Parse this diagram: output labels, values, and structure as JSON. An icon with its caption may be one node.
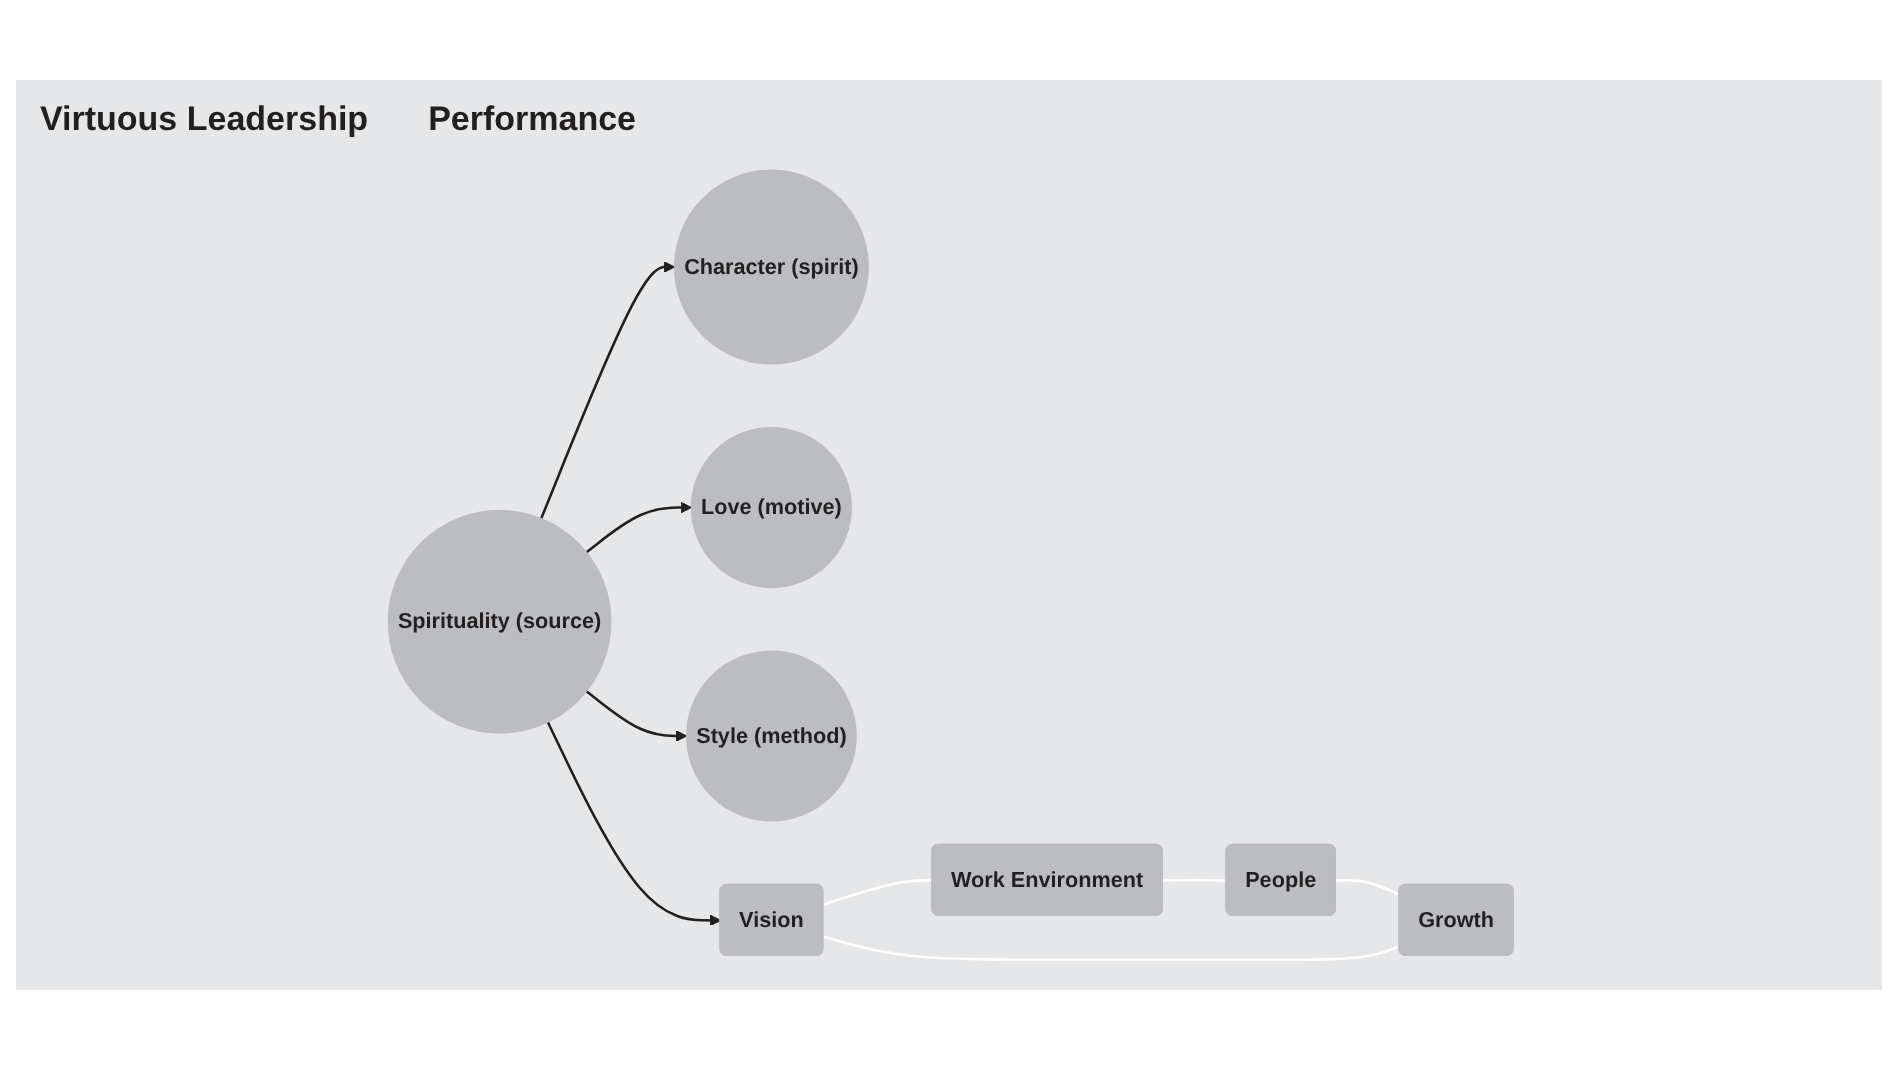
{
  "diagram": {
    "nodes": [
      {
        "text": [
          "Character (spirit)"
        ]
      },
      {
        "text": [
          "Spirituality (source)"
        ]
      },
      {
        "text": [
          "Love (motive)"
        ]
      },
      {
        "text": [
          "Style (method)"
        ]
      },
      {
        "text": [
          "Work Environment"
        ]
      },
      {
        "text": [
          "People"
        ]
      },
      {
        "text": [
          "Growth"
        ]
      },
      {
        "text": [
          "Vision"
        ]
      }
    ],
    "edges": [
      {
        "from": 1,
        "to": 0,
        "arrow": "to"
      },
      {
        "from": 1,
        "to": 2,
        "arrow": "to"
      },
      {
        "from": 1,
        "to": 3,
        "arrow": "to"
      },
      {
        "from": 1,
        "to": 7,
        "arrow": "to"
      },
      {
        "from": 4,
        "to": 5,
        "arrow": "none",
        "color": "#ffffff"
      },
      {
        "from": 5,
        "to": 6,
        "arrow": "none",
        "color": "#ffffff"
      },
      {
        "from": 6,
        "to": 7,
        "arrow": "none",
        "color": "#ffffff"
      },
      {
        "from": 7,
        "to": 4,
        "arrow": "none",
        "color": "#ffffff"
      }
    ],
    "labels": [
      "Virtuous Leadership",
      "Performance"
    ]
  }
}
